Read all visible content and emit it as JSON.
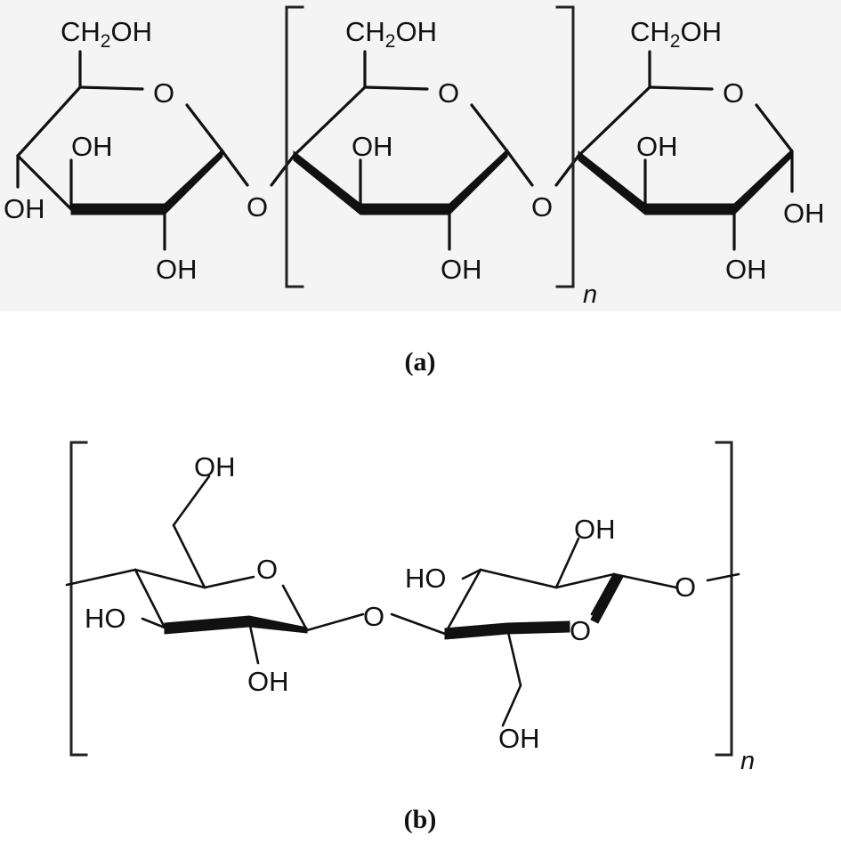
{
  "panel_a": {
    "caption": "(a)",
    "repeat_subscript": "n",
    "ch2oh": {
      "prefix": "CH",
      "subscript": "2",
      "suffix": "OH"
    },
    "ring_oxygen": "O",
    "bridge_oxygen": "O",
    "hydroxyl": "OH"
  },
  "panel_b": {
    "caption": "(b)",
    "repeat_subscript": "n",
    "hydroxyl": "OH",
    "hydroxyl_left": "HO",
    "ring_oxygen": "O",
    "bridge_oxygen": "O"
  }
}
